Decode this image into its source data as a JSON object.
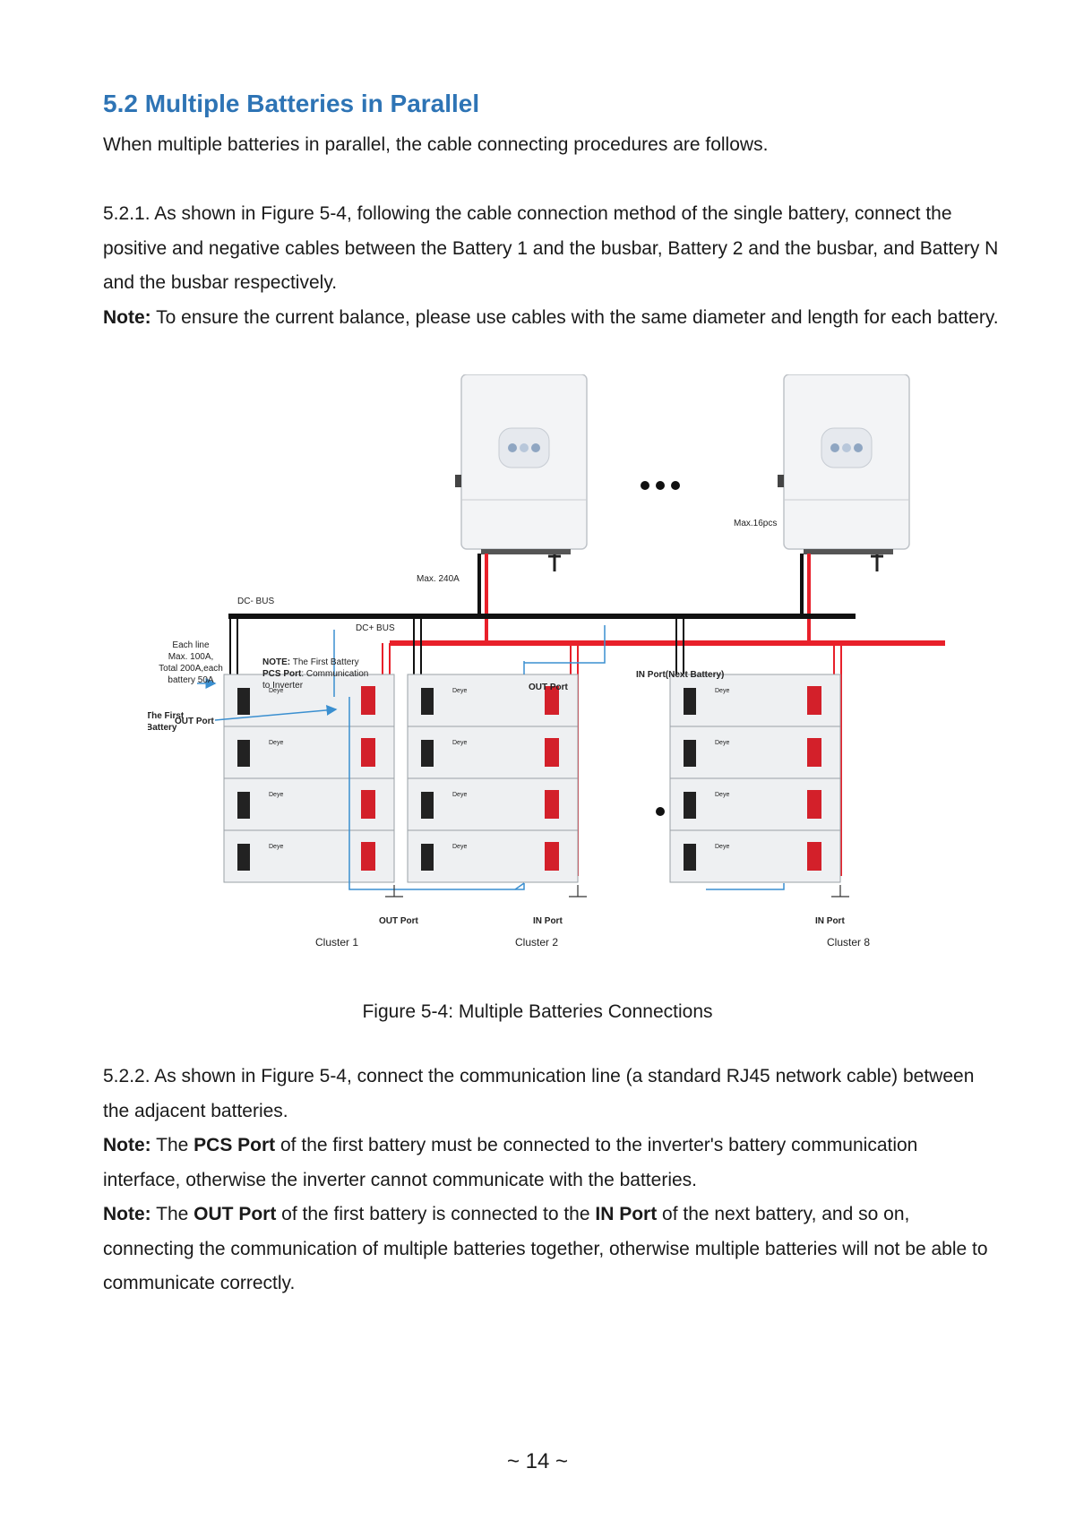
{
  "section": {
    "title": "5.2 Multiple Batteries in Parallel",
    "intro": "When multiple batteries in parallel, the cable connecting procedures are follows."
  },
  "step1": {
    "text": "5.2.1. As shown in Figure 5-4, following the cable connection method of the single battery, connect the positive and negative cables between the Battery 1 and the busbar, Battery 2 and the busbar, and Battery N and the busbar respectively.",
    "note_label": "Note:",
    "note_text": " To ensure the current balance, please use cables with the same diameter and length for each battery."
  },
  "figure": {
    "labels": {
      "dc_minus_bus": "DC- BUS",
      "dc_plus_bus": "DC+ BUS",
      "max_240a": "Max. 240A",
      "max_16pcs": "Max.16pcs",
      "each_line_1": "Each line",
      "each_line_2": "Max. 100A,",
      "each_line_3": "Total 200A,each",
      "each_line_4": "battery 50A",
      "note_1_bold": "NOTE:",
      "note_1_rest": " The First Battery",
      "note_2_bold": "PCS Port",
      "note_2_rest": ": Communication",
      "note_3": "to Inverter",
      "first_battery_1": "The First",
      "first_battery_2": "Battery",
      "out_port_left": "OUT Port",
      "out_port_top": "OUT Port",
      "in_port_next": "IN Port(Next Battery)",
      "out_port_bottom": "OUT Port",
      "in_port_c2": "IN Port",
      "in_port_c8": "IN Port",
      "cluster_1": "Cluster 1",
      "cluster_2": "Cluster 2",
      "cluster_8": "Cluster 8",
      "brand": "Deye"
    },
    "caption": "Figure 5-4: Multiple Batteries Connections"
  },
  "step2": {
    "text": "5.2.2. As shown in Figure 5-4, connect the communication line (a standard RJ45 network cable) between the adjacent batteries.",
    "note1_label": "Note:",
    "note1_pre": " The ",
    "note1_bold": "PCS Port",
    "note1_post": " of the first battery must be connected to the inverter's battery communication interface, otherwise the inverter cannot communicate with the batteries.",
    "note2_label": "Note:",
    "note2_pre": " The ",
    "note2_bold1": "OUT Port",
    "note2_mid": " of the first battery is connected to the ",
    "note2_bold2": "IN Port",
    "note2_post": " of the next battery, and so on, connecting the communication of multiple batteries together, otherwise multiple batteries will not be able to communicate correctly."
  },
  "footer": {
    "page_number": "~ 14 ~"
  },
  "colors": {
    "heading": "#2e74b5",
    "dc_plus": "#e8202a",
    "dc_minus": "#111111",
    "comm": "#3a8fd0"
  }
}
